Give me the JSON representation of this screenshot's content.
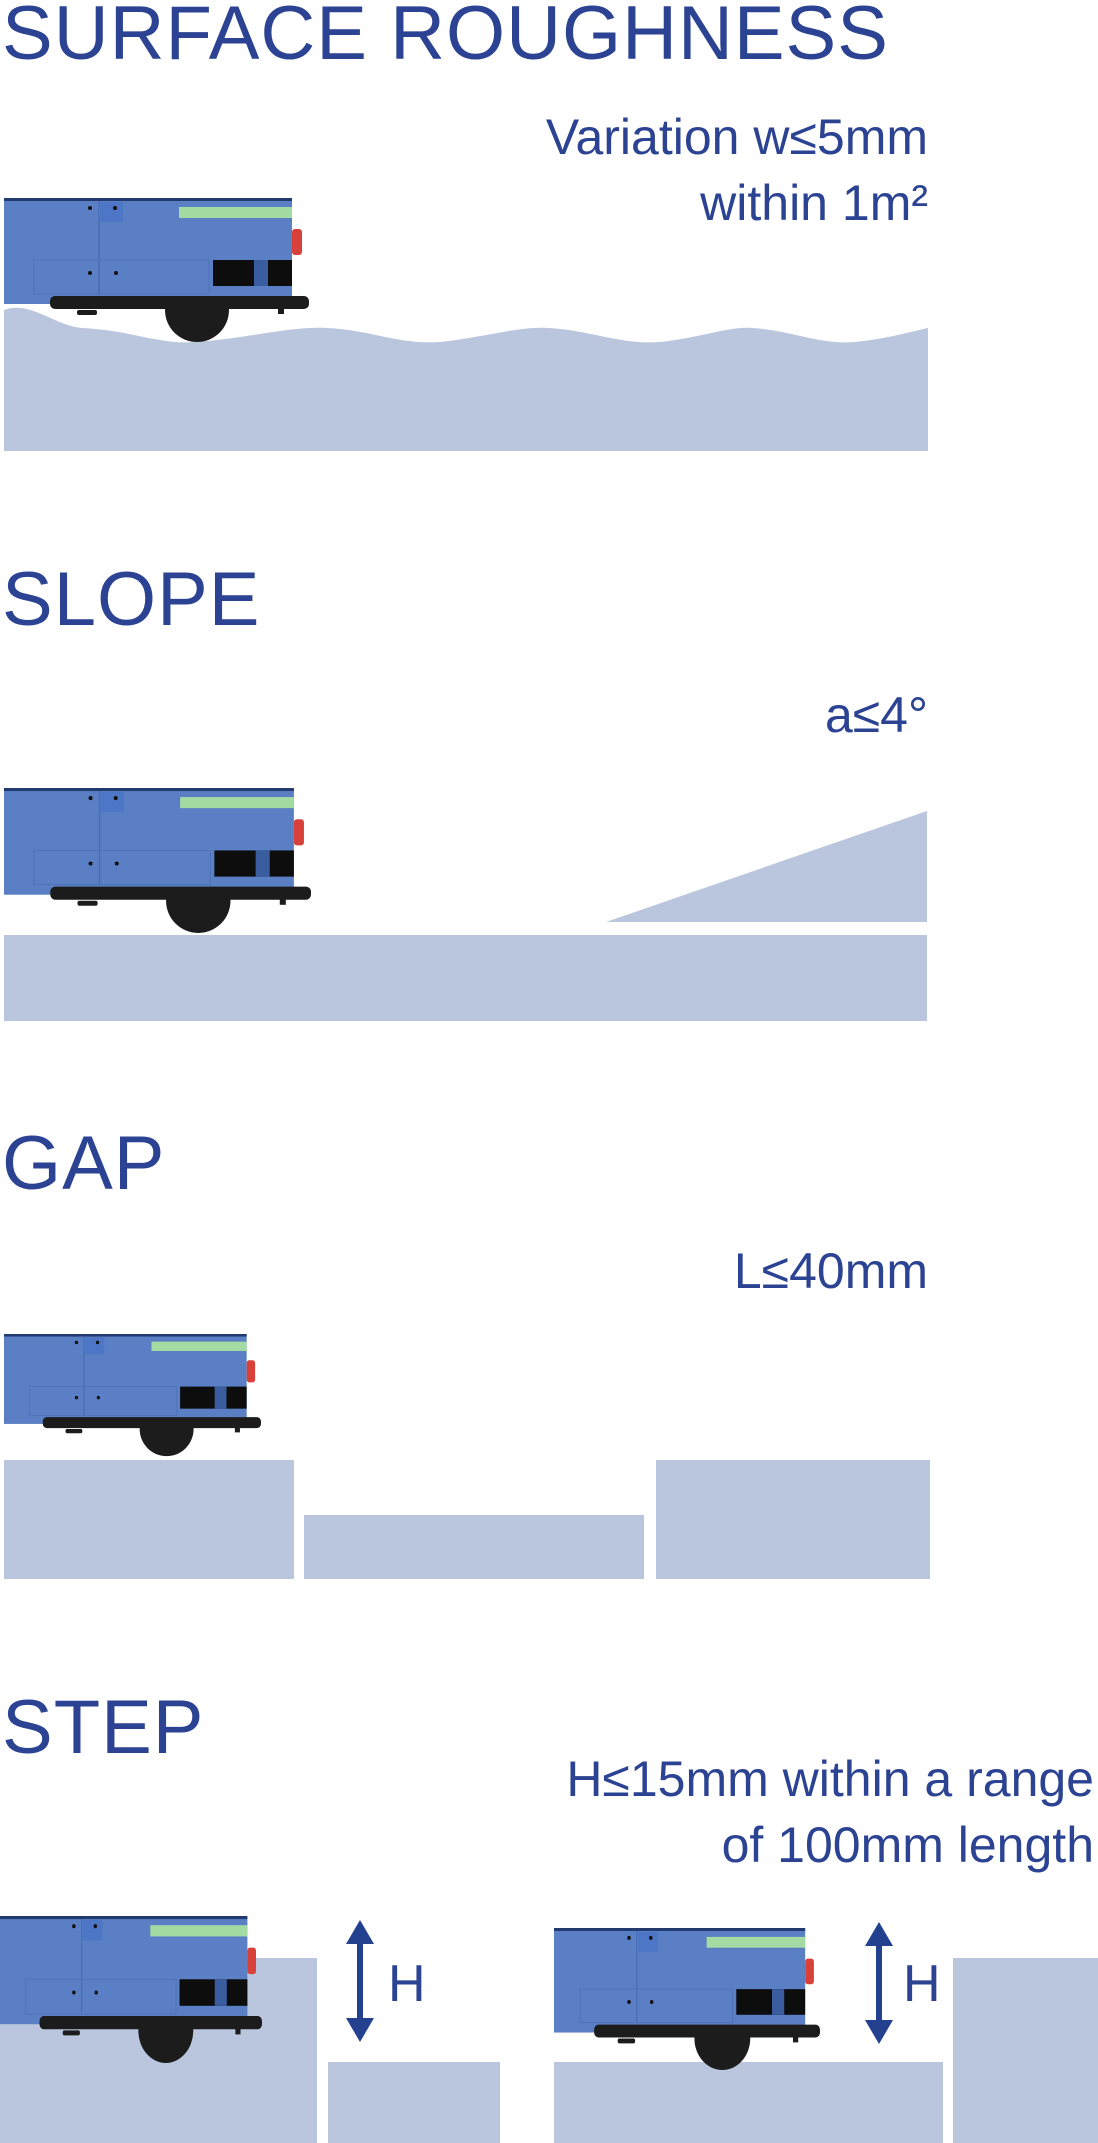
{
  "colors": {
    "text": "#2b4392",
    "floor": "#b9c6de",
    "robot_body": "#5a7fc4",
    "robot_stripe": "#a3dca3",
    "robot_light": "#d8403a",
    "bumper": "#1c1c1c",
    "arrow": "#24418f"
  },
  "sections": {
    "roughness": {
      "title": "SURFACE ROUGHNESS",
      "spec_line1": "Variation w≤5mm",
      "spec_line2": "within 1m²"
    },
    "slope": {
      "title": "SLOPE",
      "spec": "a≤4°"
    },
    "gap": {
      "title": "GAP",
      "spec": "L≤40mm"
    },
    "step": {
      "title": "STEP",
      "spec_line1": "H≤15mm within a range",
      "spec_line2": "of 100mm length",
      "height_label": "H"
    }
  }
}
